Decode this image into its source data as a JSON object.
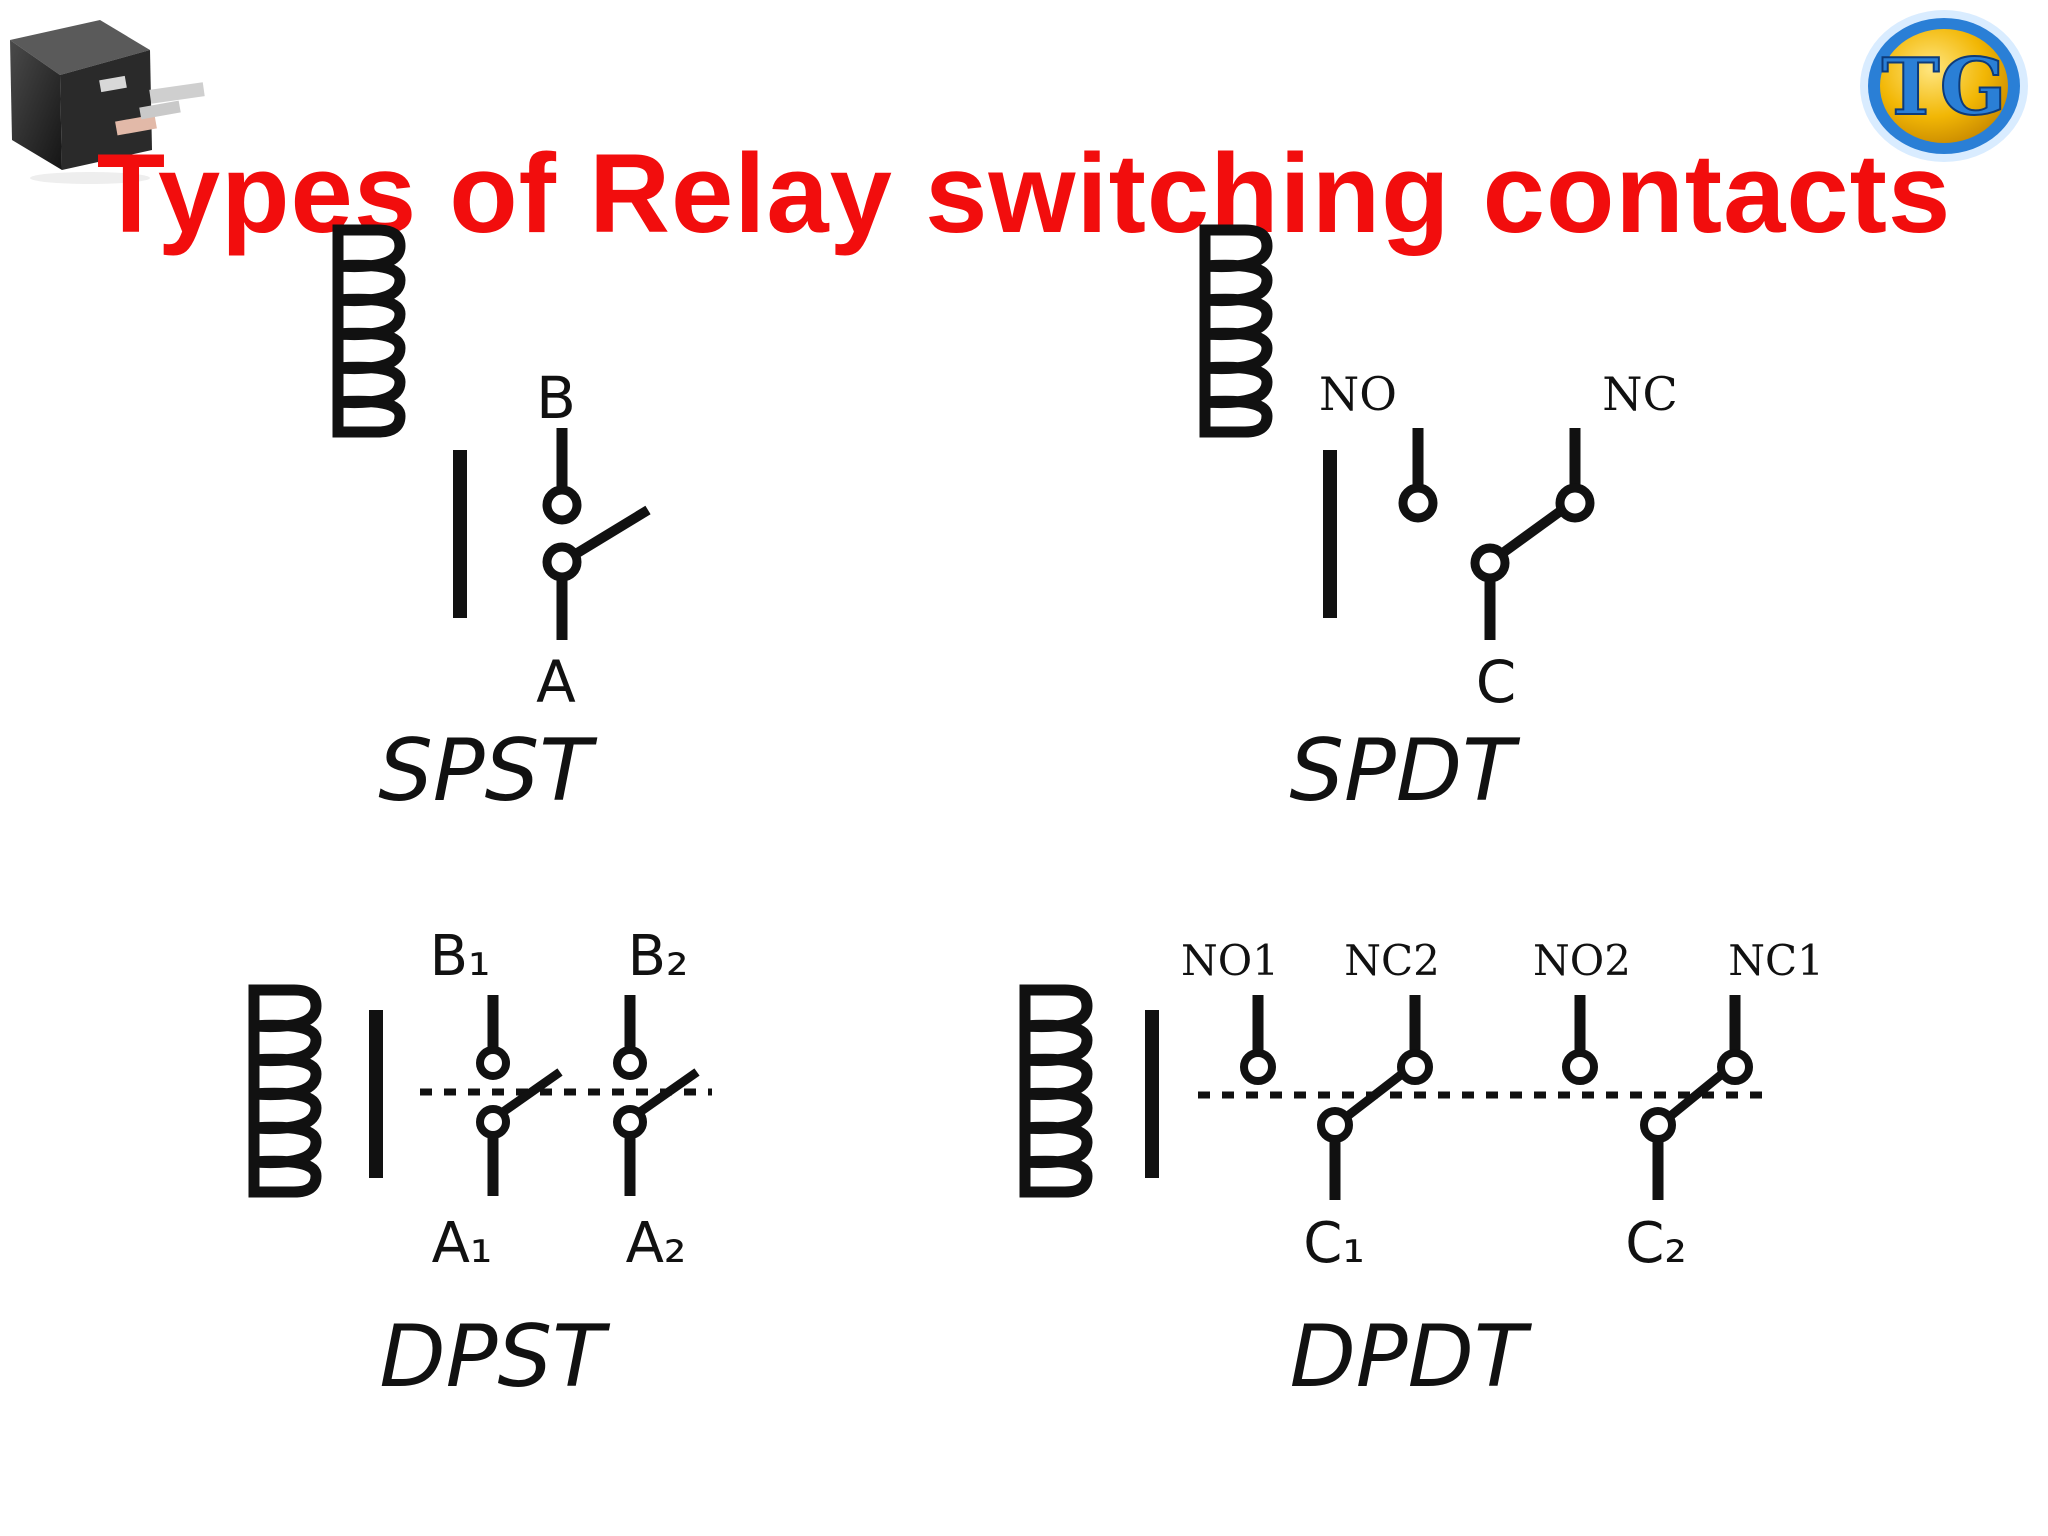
{
  "title": "Types of Relay switching contacts",
  "icons": {
    "relay_photo": "relay-photo-icon",
    "brand_logo": "tg-logo-icon"
  },
  "colors": {
    "title": "#f20d0d",
    "ink": "#111111",
    "logo_ring": "#2a7fd6",
    "logo_fill": "#f2b705"
  },
  "logo": {
    "text": "TG"
  },
  "diagrams": {
    "spst": {
      "name": "SPST",
      "top_label": "B",
      "bottom_label": "A"
    },
    "spdt": {
      "name": "SPDT",
      "no_label": "NO",
      "nc_label": "NC",
      "c_label": "C"
    },
    "dpst": {
      "name": "DPST",
      "b1": "B₁",
      "b2": "B₂",
      "a1": "A₁",
      "a2": "A₂"
    },
    "dpdt": {
      "name": "DPDT",
      "no1": "NO1",
      "nc2": "NC2",
      "no2": "NO2",
      "nc1": "NC1",
      "c1": "C₁",
      "c2": "C₂"
    }
  }
}
